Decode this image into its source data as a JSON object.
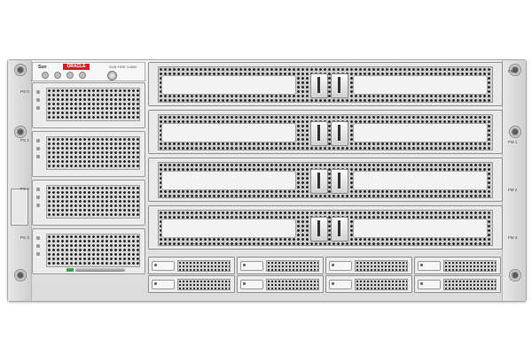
{
  "server": {
    "brand_sun": "Sun",
    "brand_oracle": "ORACLE",
    "model": "SUN FIRE X4800"
  },
  "labels": {
    "ps0": "PS 0",
    "ps1": "PS 1",
    "ps2": "PS 2",
    "ps3": "PS 3",
    "fm0": "FM 0",
    "fm1": "FM 1",
    "fm2": "FM 2",
    "fm3": "FM 3"
  },
  "colors": {
    "oracle_red": "#d1242a",
    "status_green": "#3fa54a",
    "chassis": "#e4e4e4"
  }
}
